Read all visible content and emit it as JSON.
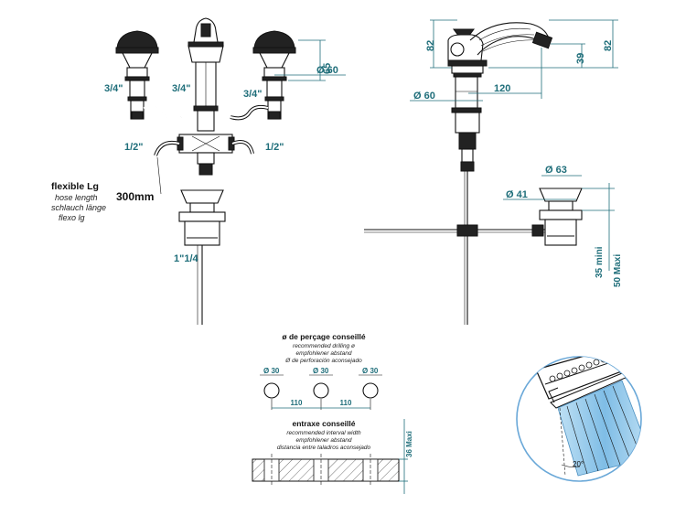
{
  "front": {
    "dim_65": "65",
    "dim_60": "Ø 60",
    "thread_left_top": "3/4\"",
    "thread_center": "3/4\"",
    "thread_right": "3/4\"",
    "thread_left_bottom": "1/2\"",
    "thread_right_bottom": "1/2\"",
    "flexible_title": "flexible Lg",
    "flexible_en": "hose length",
    "flexible_de": "schlauch länge",
    "flexible_es": "flexo lg",
    "hose_length": "300mm",
    "drain_thread": "1\"1/4"
  },
  "side": {
    "dim_82_left": "82",
    "dim_82_right": "82",
    "dim_39": "39",
    "dim_60": "Ø 60",
    "dim_120": "120",
    "dim_63": "Ø 63",
    "dim_41": "Ø 41",
    "dim_35_min": "35 mini",
    "dim_50_max": "50 Maxi"
  },
  "drilling": {
    "title": "ø de perçage conseillé",
    "line_en": "recommended drilling ø",
    "line_de": "empfohlener abstand",
    "line_es": "Ø de perforación aconsejado",
    "hole_1": "Ø 30",
    "hole_2": "Ø 30",
    "hole_3": "Ø 30",
    "spacing_1": "110",
    "spacing_2": "110"
  },
  "interval": {
    "title": "entraxe conseillé",
    "line_en": "recommended interval width",
    "line_de": "empfohlener abstand",
    "line_es": "distancia entre taladros aconsejado",
    "max_thickness": "36 Maxi"
  },
  "detail": {
    "angle": "20°"
  },
  "colors": {
    "dimension": "#1f6e7a",
    "line": "#111111",
    "spray": "#8fc6e8",
    "detail_circle": "#6aa8d8"
  }
}
